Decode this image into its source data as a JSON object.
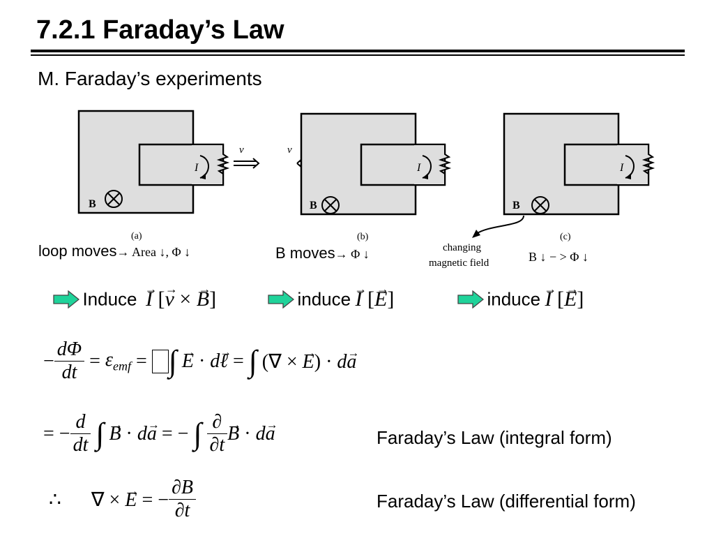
{
  "slide": {
    "title": "7.2.1 Faraday’s Law",
    "subtitle": "M. Faraday’s experiments"
  },
  "figure": {
    "panels": [
      {
        "id": "a",
        "label": "(a)",
        "field_label": "B",
        "current_label": "I",
        "velocity_label": "v",
        "motion": "loop moves right"
      },
      {
        "id": "b",
        "label": "(b)",
        "field_label": "B",
        "current_label": "I",
        "velocity_label": "v",
        "motion": "magnet moves left"
      },
      {
        "id": "c",
        "label": "(c)",
        "field_label": "B",
        "current_label": "I",
        "annotation": [
          "changing",
          "magnetic field"
        ]
      }
    ],
    "field_symbol": "cross-in-circle-icon"
  },
  "captions": {
    "a_text": "loop moves",
    "a_math": "→ Area ↓,  Φ ↓",
    "b_text": "B moves",
    "b_math": "→ Φ ↓",
    "c_math": "B ↓  − >  Φ ↓"
  },
  "induce_row": [
    {
      "arrow": "green-arrow-icon",
      "label": "Induce",
      "math": [
        "I",
        "[",
        "v",
        "×",
        "B",
        "]"
      ]
    },
    {
      "arrow": "green-arrow-icon",
      "label": "induce",
      "math": [
        "I",
        "[",
        "E",
        "]"
      ]
    },
    {
      "arrow": "green-arrow-icon",
      "label": "induce",
      "math": [
        "I",
        "[",
        "E",
        "]"
      ]
    }
  ],
  "equations": {
    "line1": {
      "num": "dΦ",
      "den": "dt",
      "emf_symbol": "ε",
      "emf_sub": "emf",
      "l": "ℓ",
      "nabla": "∇",
      "a": "a"
    },
    "line2": {
      "num": "d",
      "den": "dt",
      "partial_num": "∂",
      "partial_den": "∂t",
      "label": "Faraday’s Law (integral form)"
    },
    "line3": {
      "therefore": "∴",
      "num": "∂B",
      "den": "∂t",
      "label": "Faraday’s Law (differential form)"
    }
  },
  "colors": {
    "accent_arrow_fill": "#1fd39a",
    "panel_fill": "#dedede",
    "text": "#000000"
  }
}
